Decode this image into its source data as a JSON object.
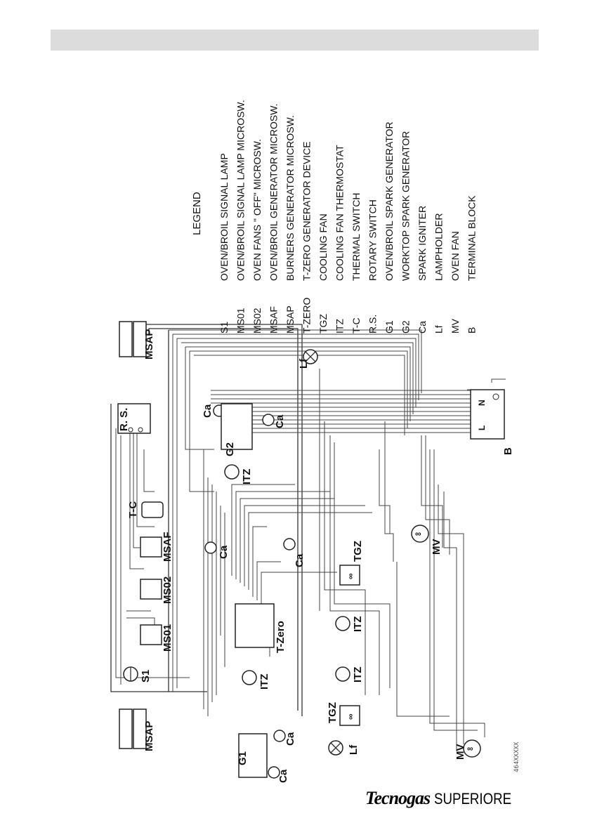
{
  "legend": {
    "title": "LEGEND",
    "items": [
      {
        "code": "S1",
        "desc": "OVEN/BROIL SIGNAL LAMP"
      },
      {
        "code": "MS01",
        "desc": "OVEN/BROIL SIGNAL LAMP MICROSW."
      },
      {
        "code": "MS02",
        "desc": "OVEN FANS \" OFF\" MICROSW."
      },
      {
        "code": "MSAF",
        "desc": "OVEN/BROIL GENERATOR MICROSW."
      },
      {
        "code": "MSAP",
        "desc": "BURNERS GENERATOR MICROSW."
      },
      {
        "code": "T-ZERO",
        "desc": "T-ZERO GENERATOR DEVICE"
      },
      {
        "code": "TGZ",
        "desc": "COOLING FAN"
      },
      {
        "code": "ITZ",
        "desc": "COOLING FAN THERMOSTAT"
      },
      {
        "code": "T-C",
        "desc": "THERMAL SWITCH"
      },
      {
        "code": "R.S.",
        "desc": "ROTARY SWITCH"
      },
      {
        "code": "G1",
        "desc": "OVEN/BROIL SPARK GENERATOR"
      },
      {
        "code": "G2",
        "desc": "WORKTOP SPARK GENERATOR"
      },
      {
        "code": "Ca",
        "desc": "SPARK IGNITER"
      },
      {
        "code": "Lf",
        "desc": "LAMPHOLDER"
      },
      {
        "code": "MV",
        "desc": "OVEN FAN"
      },
      {
        "code": "B",
        "desc": "TERMINAL BLOCK"
      }
    ]
  },
  "labels": {
    "msap_left": "MSAP",
    "msap_right": "MSAP",
    "s1": "S1",
    "ms01": "MS01",
    "ms02": "MS02",
    "msaf": "MSAF",
    "tc": "T-C",
    "rs": "R. S.",
    "g1": "G1",
    "g2": "G2",
    "tzero": "T-Zero",
    "itz1": "ITZ",
    "itz2": "ITZ",
    "itz3": "ITZ",
    "itz4": "ITZ",
    "tgz1": "TGZ",
    "tgz2": "TGZ",
    "lf1": "Lf",
    "lf2": "Lf",
    "mv1": "MV",
    "mv2": "MV",
    "b": "B",
    "ca1": "Ca",
    "ca2": "Ca",
    "ca3": "Ca",
    "ca4": "Ca",
    "ca5": "Ca",
    "ca6": "Ca",
    "drawing_no": "464XXXXX"
  },
  "brand": {
    "name": "Tecnogas",
    "line": "SUPERIORE"
  }
}
